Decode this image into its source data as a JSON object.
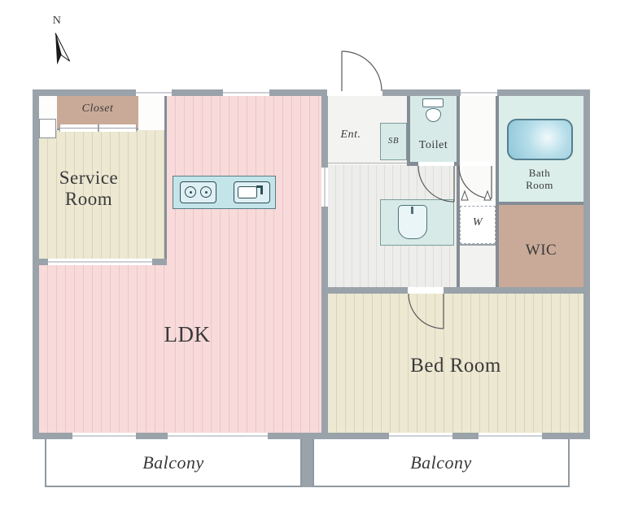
{
  "compass": {
    "label": "N"
  },
  "rooms": {
    "closet": "Closet",
    "service_room": "Service Room",
    "ldk": "LDK",
    "entrance": "Ent.",
    "shoe_box": "SB",
    "toilet": "Toilet",
    "bath_room": "Bath Room",
    "washer": "W",
    "wic": "WIC",
    "bed_room": "Bed Room",
    "balcony_left": "Balcony",
    "balcony_right": "Balcony"
  },
  "colors": {
    "wall": "#9aa2aa",
    "ldk_floor": "#f8dada",
    "wood_floor": "#ece8d2",
    "closet_wic": "#c9aa98",
    "wet_area": "#d7eae7",
    "hallway": "#ededeb",
    "bathtub": "#8fc6d8"
  }
}
